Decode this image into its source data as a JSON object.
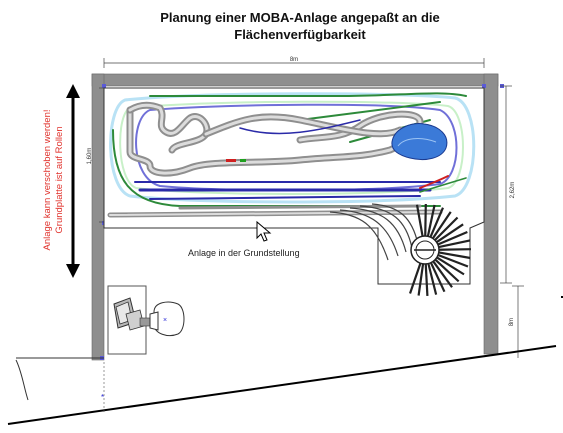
{
  "title": {
    "line1": "Planung einer MOBA-Anlage angepaßt an die",
    "line2": "Flächenverfügbarkeit"
  },
  "dimensions": {
    "width_top": "8m",
    "height_left": "1,60m",
    "height_right": "2,62m",
    "height_lower_right": "8m"
  },
  "labels": {
    "center": "Anlage in der Grundstellung",
    "side_line1": "Anlage kann verschoben werden!",
    "side_line2": "Grundplatte ist auf Rollen"
  },
  "colors": {
    "wall": "#8a8a8a",
    "track_grey": "#9a9a9a",
    "track_blue": "#2a2aa8",
    "track_green": "#2d8a3a",
    "accent_red": "#e0302a",
    "lake": "#3b7ad8"
  },
  "icons": [
    "cursor-arrow-icon",
    "roundhouse-icon",
    "desk-chair-icon",
    "computer-icon"
  ]
}
